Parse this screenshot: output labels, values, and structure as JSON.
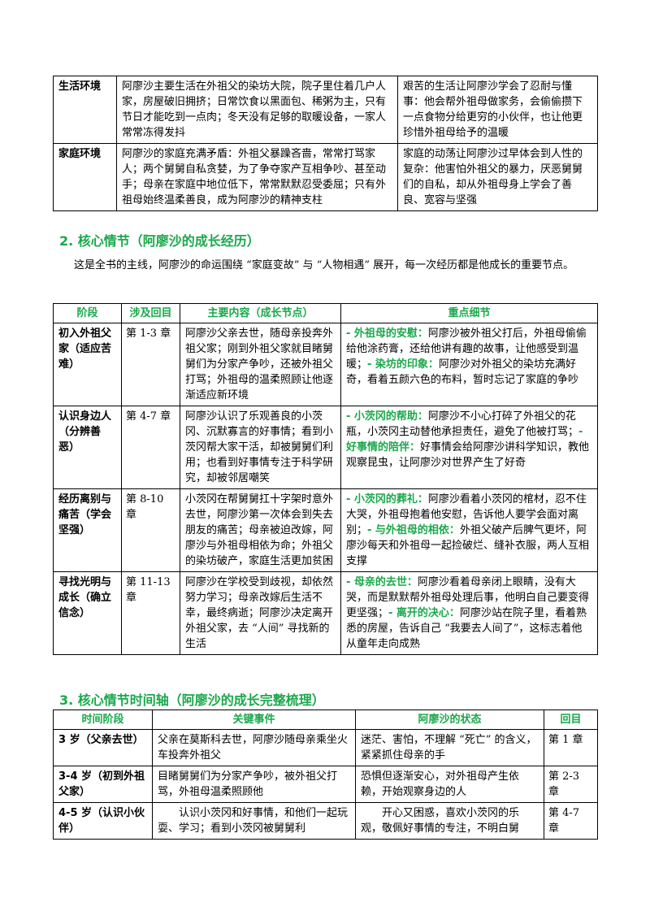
{
  "env_rows": [
    {
      "label": "生活环境",
      "content": "阿廖沙主要生活在外祖父的染坊大院，院子里住着几户人家，房屋破旧拥挤；日常饮食以黑面包、稀粥为主，只有节日才能吃到一点肉；冬天没有足够的取暖设备，一家人常常冻得发抖",
      "effect": "艰苦的生活让阿廖沙学会了忍耐与懂事：他会帮外祖母做家务，会偷偷攒下一点食物分给更穷的小伙伴，也让他更珍惜外祖母给予的温暖"
    },
    {
      "label": "家庭环境",
      "content": "阿廖沙的家庭充满矛盾：外祖父暴躁吝啬，常常打骂家人；两个舅舅自私贪婪，为了争夺家产互相争吵、甚至动手；母亲在家庭中地位低下，常常默默忍受委屈；只有外祖母始终温柔善良，成为阿廖沙的精神支柱",
      "effect": "家庭的动荡让阿廖沙过早体会到人性的复杂：他害怕外祖父的暴力，厌恶舅舅们的自私，却从外祖母身上学会了善良、宽容与坚强"
    }
  ],
  "section2": {
    "heading": "2. 核心情节（阿廖沙的成长经历）",
    "intro": "这是全书的主线，阿廖沙的命运围绕 “家庭变故” 与 “人物相遇” 展开，每一次经历都是他成长的重要节点。"
  },
  "stage_table": {
    "headers": [
      "阶段",
      "涉及回目",
      "主要内容（成长节点）",
      "重点细节"
    ],
    "rows": [
      {
        "stage": "初入外祖父家（适应苦难）",
        "chapter": "第 1-3 章",
        "content": "阿廖沙父亲去世，随母亲投奔外祖父家；刚到外祖父家就目睹舅舅们为分家产争吵，还被外祖父打骂；外祖母的温柔照顾让他逐渐适应新环境",
        "d1_label": "- 外祖母的安慰：",
        "d1_text": "阿廖沙被外祖父打后，外祖母偷偷给他涂药膏，还给他讲有趣的故事，让他感受到温暖；",
        "d2_label": "- 染坊的印象：",
        "d2_text": "阿廖沙对外祖父的染坊充满好奇，看着五颜六色的布料，暂时忘记了家庭的争吵"
      },
      {
        "stage": "认识身边人（分辨善恶）",
        "chapter": "第 4-7 章",
        "content": "阿廖沙认识了乐观善良的小茨冈、沉默寡言的好事情；看到小茨冈帮大家干活，却被舅舅们利用；也看到好事情专注于科学研究，却被邻居嘲笑",
        "d1_label": "- 小茨冈的帮助：",
        "d1_text": "阿廖沙不小心打碎了外祖父的花瓶，小茨冈主动替他承担责任，避免了他被打骂；",
        "d2_label": "- 好事情的陪伴：",
        "d2_text": "好事情会给阿廖沙讲科学知识，教他观察昆虫，让阿廖沙对世界产生了好奇"
      },
      {
        "stage": "经历离别与痛苦（学会坚强）",
        "chapter": "第 8-10 章",
        "content": "小茨冈在帮舅舅扛十字架时意外去世，阿廖沙第一次体会到失去朋友的痛苦；母亲被迫改嫁，阿廖沙与外祖母相依为命；外祖父的染坊破产，家庭生活更加贫困",
        "d1_label": "- 小茨冈的葬礼：",
        "d1_text": "阿廖沙看着小茨冈的棺材，忍不住大哭，外祖母抱着他安慰，告诉他人要学会面对离别；",
        "d2_label": "- 与外祖母的相依：",
        "d2_text": "外祖父破产后脾气更坏，阿廖沙每天和外祖母一起捡破烂、缝补衣服，两人互相支撑"
      },
      {
        "stage": "寻找光明与成长（确立信念）",
        "chapter": "第 11-13 章",
        "content": "阿廖沙在学校受到歧视，却依然努力学习；母亲改嫁后生活不幸，最终病逝；阿廖沙决定离开外祖父家，去 “人间” 寻找新的生活",
        "d1_label": "- 母亲的去世：",
        "d1_text": "阿廖沙看着母亲闭上眼睛，没有大哭，而是默默帮外祖母处理后事，他明白自己要变得更坚强；",
        "d2_label": "- 离开的决心：",
        "d2_text": "阿廖沙站在院子里，看着熟悉的房屋，告诉自己 “我要去人间了”，这标志着他从童年走向成熟"
      }
    ]
  },
  "section3": {
    "heading": "3. 核心情节时间轴（阿廖沙的成长完整梳理）"
  },
  "time_table": {
    "headers": [
      "时间阶段",
      "关键事件",
      "阿廖沙的状态",
      "回目"
    ],
    "rows": [
      {
        "period": "3 岁（父亲去世）",
        "event": "父亲在莫斯科去世，阿廖沙随母亲乘坐火车投奔外祖父",
        "state": "迷茫、害怕，不理解 “死亡” 的含义，紧紧抓住母亲的手",
        "chapter": "第 1 章"
      },
      {
        "period": "3-4 岁（初到外祖父家）",
        "event": "目睹舅舅们为分家产争吵，被外祖父打骂，外祖母温柔照顾他",
        "state": "恐惧但逐渐安心，对外祖母产生依赖，开始观察身边的人",
        "chapter": "第 2-3 章"
      },
      {
        "period": "4-5 岁（认识小伙伴）",
        "event": "认识小茨冈和好事情，和他们一起玩耍、学习；看到小茨冈被舅舅利",
        "state": "开心又困惑，喜欢小茨冈的乐观，敬佩好事情的专注，不明白舅",
        "chapter": "第 4-7 章"
      }
    ]
  }
}
